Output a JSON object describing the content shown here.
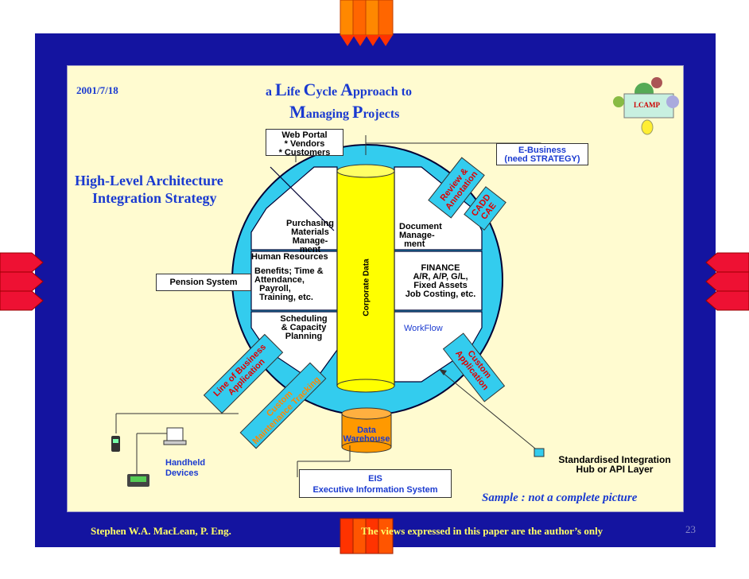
{
  "header": {
    "date": "2001/7/18",
    "title_line1_a": "a ",
    "title_line1_L": "L",
    "title_line1_ife": "ife ",
    "title_line1_C": "C",
    "title_line1_ycle": "ycle ",
    "title_line1_A": "A",
    "title_line1_pproach": "pproach to",
    "title_line2_M": "M",
    "title_line2_anaging": "anaging ",
    "title_line2_P": "P",
    "title_line2_rojects": "rojects",
    "logo_text": "LCAMP"
  },
  "subtitle": {
    "line1": "High-Level Architecture",
    "line2": "Integration Strategy"
  },
  "boxes": {
    "web_portal": [
      "Web Portal",
      "* Vendors",
      "* Customers"
    ],
    "ebusiness": [
      "E-Business",
      "(need STRATEGY)"
    ],
    "pension": "Pension  System",
    "eis": [
      "EIS",
      "Executive Information System"
    ],
    "data_warehouse": [
      "Data",
      "Warehouse"
    ]
  },
  "wheel": {
    "purchasing": [
      "Purchasing",
      "Materials",
      "Manage-",
      "ment"
    ],
    "human_resources": "Human Resources",
    "benefits": [
      "Benefits; Time &",
      "Attendance,",
      "  Payroll,",
      "  Training, etc."
    ],
    "scheduling": [
      "Scheduling",
      "& Capacity",
      "Planning"
    ],
    "document": [
      "Document",
      "Manage-",
      "  ment"
    ],
    "finance": [
      "FINANCE",
      "A/R, A/P, G/L,",
      "Fixed Assets",
      "Job Costing, etc."
    ],
    "workflow": "WorkFlow",
    "corporate_data": "Corporate Data"
  },
  "spokes": {
    "review": [
      "Review &",
      "Annotation"
    ],
    "cadd": [
      "CADD",
      "CAE"
    ],
    "custom_app": [
      "Custom",
      "Application"
    ],
    "line_of_business": [
      "Line of Business",
      "Application"
    ],
    "custom_maintenance": [
      "Custom",
      "Maintenance Tracking"
    ]
  },
  "devices": {
    "label": [
      "Handheld",
      "Devices"
    ]
  },
  "hub": {
    "label": [
      "Standardised Integration",
      "Hub or API Layer"
    ]
  },
  "sample_note": "Sample : not a complete picture",
  "footer": {
    "author": "Stephen W.A. MacLean, P. Eng.",
    "disclaimer": "The views expressed in this paper are the author’s only",
    "page": "23"
  },
  "colors": {
    "frame": "#1414a0",
    "inner": "#fffbd0",
    "wheel": "#33ccee",
    "cylinder": "#ffff00",
    "accent_red": "#e00000",
    "orange": "#ff9900",
    "blue_text": "#1a3ad0"
  }
}
